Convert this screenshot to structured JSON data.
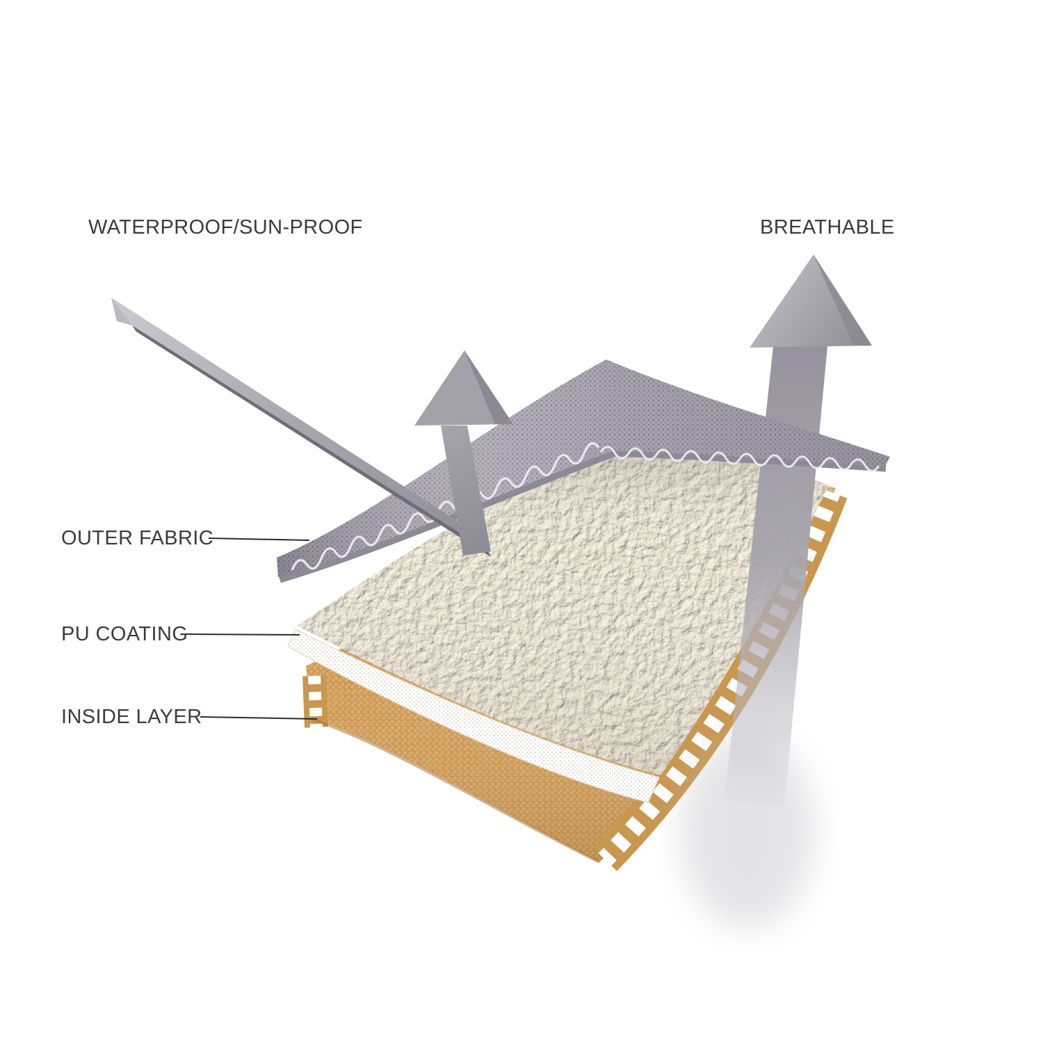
{
  "diagram": {
    "labels": {
      "waterproof": "WATERPROOF/SUN-PROOF",
      "breathable": "BREATHABLE"
    },
    "layers": [
      {
        "id": "outer-fabric",
        "label": "OUTER FABRIC"
      },
      {
        "id": "pu-coating",
        "label": "PU COATING"
      },
      {
        "id": "inside-layer",
        "label": "INSIDE LAYER"
      }
    ],
    "colors": {
      "background": "#ffffff",
      "arrow_gray": "#a5a3ab",
      "outer_fabric_gray": "#a8a4b0",
      "fleece_cream": "#efe8d9",
      "inside_tan": "#d9a868",
      "text": "#3b3b3b"
    }
  }
}
